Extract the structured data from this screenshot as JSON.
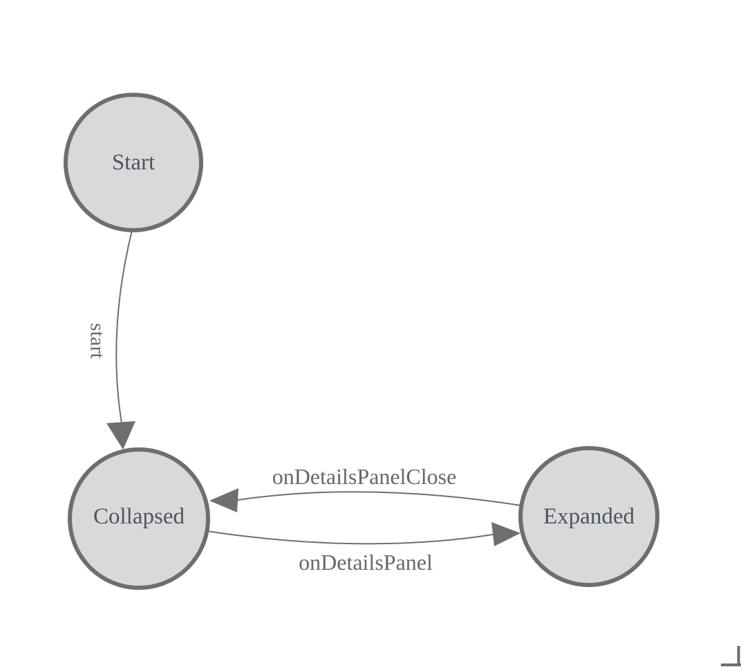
{
  "diagram": {
    "type": "finite-state-machine",
    "states": [
      {
        "label": "Start"
      },
      {
        "label": "Collapsed"
      },
      {
        "label": "Expanded"
      }
    ],
    "transitions": [
      {
        "label": "start",
        "from": "Start",
        "to": "Collapsed"
      },
      {
        "label": "onDetailsPanelClose",
        "from": "Expanded",
        "to": "Collapsed"
      },
      {
        "label": "onDetailsPanel",
        "from": "Collapsed",
        "to": "Expanded"
      }
    ],
    "colors": {
      "background": "#ffffff",
      "state_fill": "#d9d9d9",
      "state_stroke": "#6f6d6d",
      "state_label": "#4e555f",
      "edge_stroke": "#6f6f6f",
      "edge_label": "#64686c",
      "arrow_fill": "#6f6f6f",
      "corner_mark": "#6b6b6b"
    }
  }
}
